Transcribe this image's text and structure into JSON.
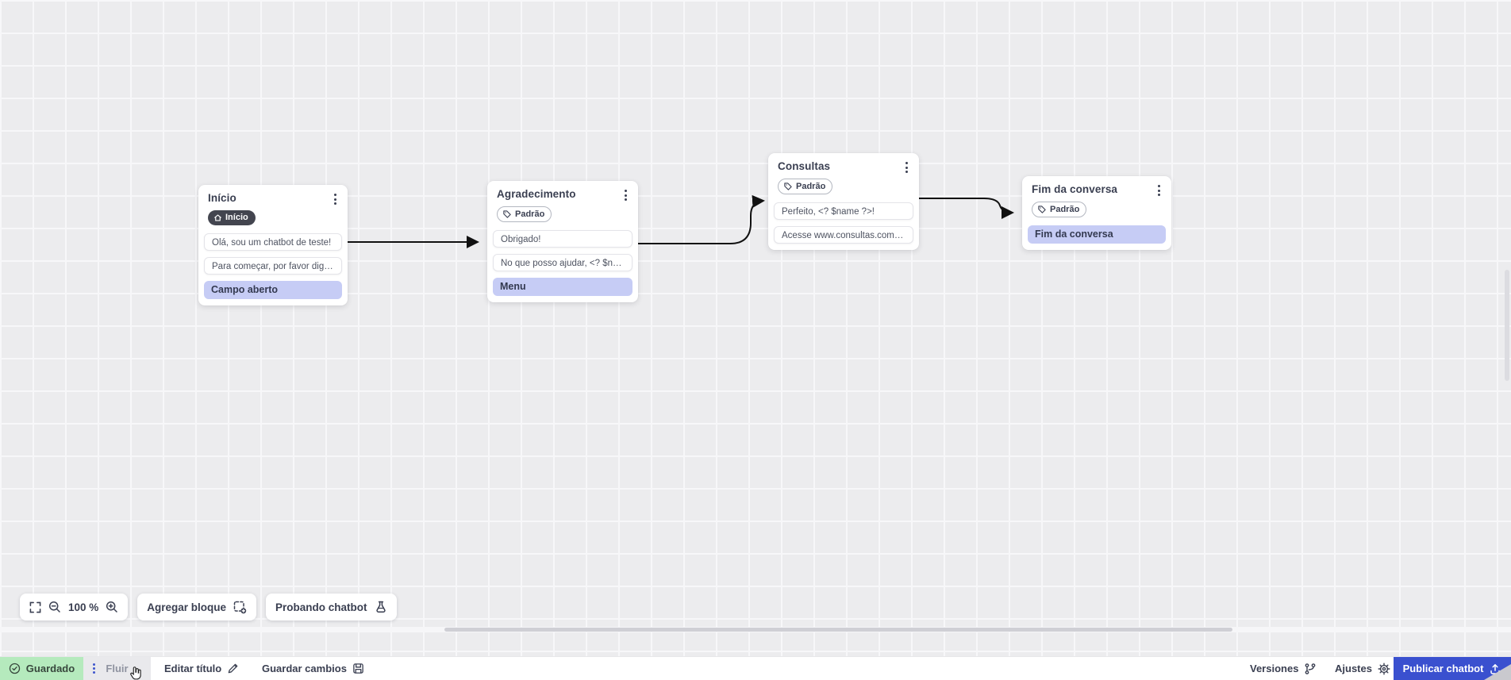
{
  "canvas": {
    "zoom_level": "100 %",
    "nodes": [
      {
        "title": "Início",
        "badge": {
          "label": "Início",
          "icon": "home-icon"
        },
        "rows": [
          {
            "type": "message",
            "text": "Olá, sou um chatbot de teste!"
          },
          {
            "type": "message",
            "text": "Para começar, por favor digite o ..."
          },
          {
            "type": "action",
            "text": "Campo aberto"
          }
        ]
      },
      {
        "title": "Agradecimento",
        "badge": {
          "label": "Padrão",
          "icon": "tag-icon"
        },
        "rows": [
          {
            "type": "message",
            "text": "Obrigado!"
          },
          {
            "type": "message",
            "text": "No que posso ajudar, <? $name ..."
          },
          {
            "type": "action",
            "text": "Menu"
          }
        ]
      },
      {
        "title": "Consultas",
        "badge": {
          "label": "Padrão",
          "icon": "tag-icon"
        },
        "rows": [
          {
            "type": "message",
            "text": "Perfeito, <? $name ?>!"
          },
          {
            "type": "message",
            "text": "Acesse www.consultas.com par..."
          }
        ]
      },
      {
        "title": "Fim da conversa",
        "badge": {
          "label": "Padrão",
          "icon": "tag-icon"
        },
        "rows": [
          {
            "type": "action",
            "text": "Fim da conversa"
          }
        ]
      }
    ],
    "toolbar": {
      "add_block_label": "Agregar bloque",
      "test_chatbot_label": "Probando chatbot"
    }
  },
  "statusbar": {
    "saved_label": "Guardado",
    "flow_tab_label": "Fluir",
    "edit_title_label": "Editar título",
    "save_changes_label": "Guardar cambios",
    "versions_label": "Versiones",
    "settings_label": "Ajustes",
    "publish_label": "Publicar chatbot"
  },
  "icons": [
    "fullscreen-icon",
    "zoom-out-icon",
    "zoom-in-icon",
    "add-block-icon",
    "flask-icon",
    "kebab-menu-icon",
    "home-icon",
    "tag-icon",
    "check-circle-icon",
    "drag-handle-icon",
    "pencil-icon",
    "save-icon",
    "branch-icon",
    "gear-icon",
    "upload-icon",
    "hand-cursor"
  ],
  "colors": {
    "accent_blue": "#3a50cf",
    "saved_green": "#b5eabd",
    "node_action_purple": "#c6ccf5",
    "dark_badge": "#43454f",
    "canvas_bg": "#ececee",
    "connector": "#111111"
  }
}
